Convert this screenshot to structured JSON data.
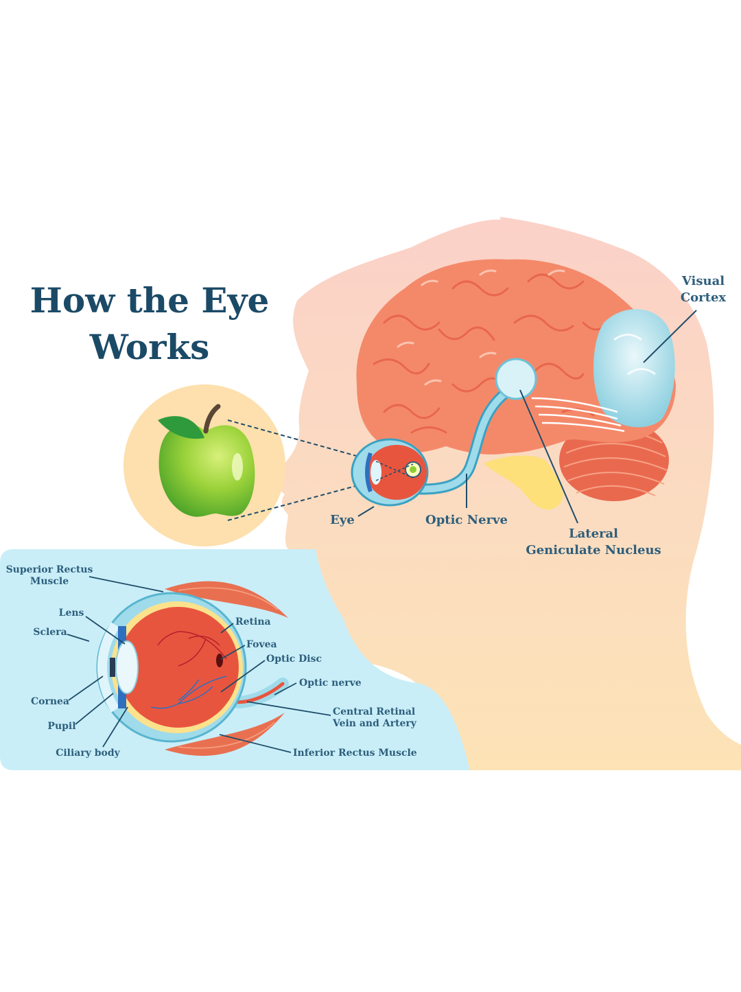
{
  "title": {
    "line1": "How the Eye",
    "line2": "Works"
  },
  "brain_labels": {
    "visual_cortex_line1": "Visual",
    "visual_cortex_line2": "Cortex",
    "eye": "Eye",
    "optic_nerve": "Optic Nerve",
    "lgn_line1": "Lateral",
    "lgn_line2": "Geniculate Nucleus"
  },
  "eye_labels": {
    "superior_rectus_line1": "Superior Rectus",
    "superior_rectus_line2": "Muscle",
    "lens": "Lens",
    "sclera": "Sclera",
    "cornea": "Cornea",
    "pupil": "Pupil",
    "ciliary_body": "Ciliary body",
    "retina": "Retina",
    "fovea": "Fovea",
    "optic_disc": "Optic Disc",
    "optic_nerve": "Optic nerve",
    "central_retinal_line1": "Central Retinal",
    "central_retinal_line2": "Vein and Artery",
    "inferior_rectus": "Inferior Rectus Muscle"
  },
  "colors": {
    "title": "#1b4a67",
    "label": "#2d5e7c",
    "head_top": "#fbd3c6",
    "head_bottom": "#fce3b8",
    "brain": "#f4896a",
    "cerebellum": "#e9694f",
    "visual_cortex": "#b4e2ec",
    "brain_stem": "#fde07a",
    "apple": "#8ccd33",
    "apple_circle": "#fde0ad",
    "panel": "#c9eef8",
    "eye_interior": "#e8553f",
    "muscle": "#e87051",
    "leader": "#1f4c68"
  }
}
